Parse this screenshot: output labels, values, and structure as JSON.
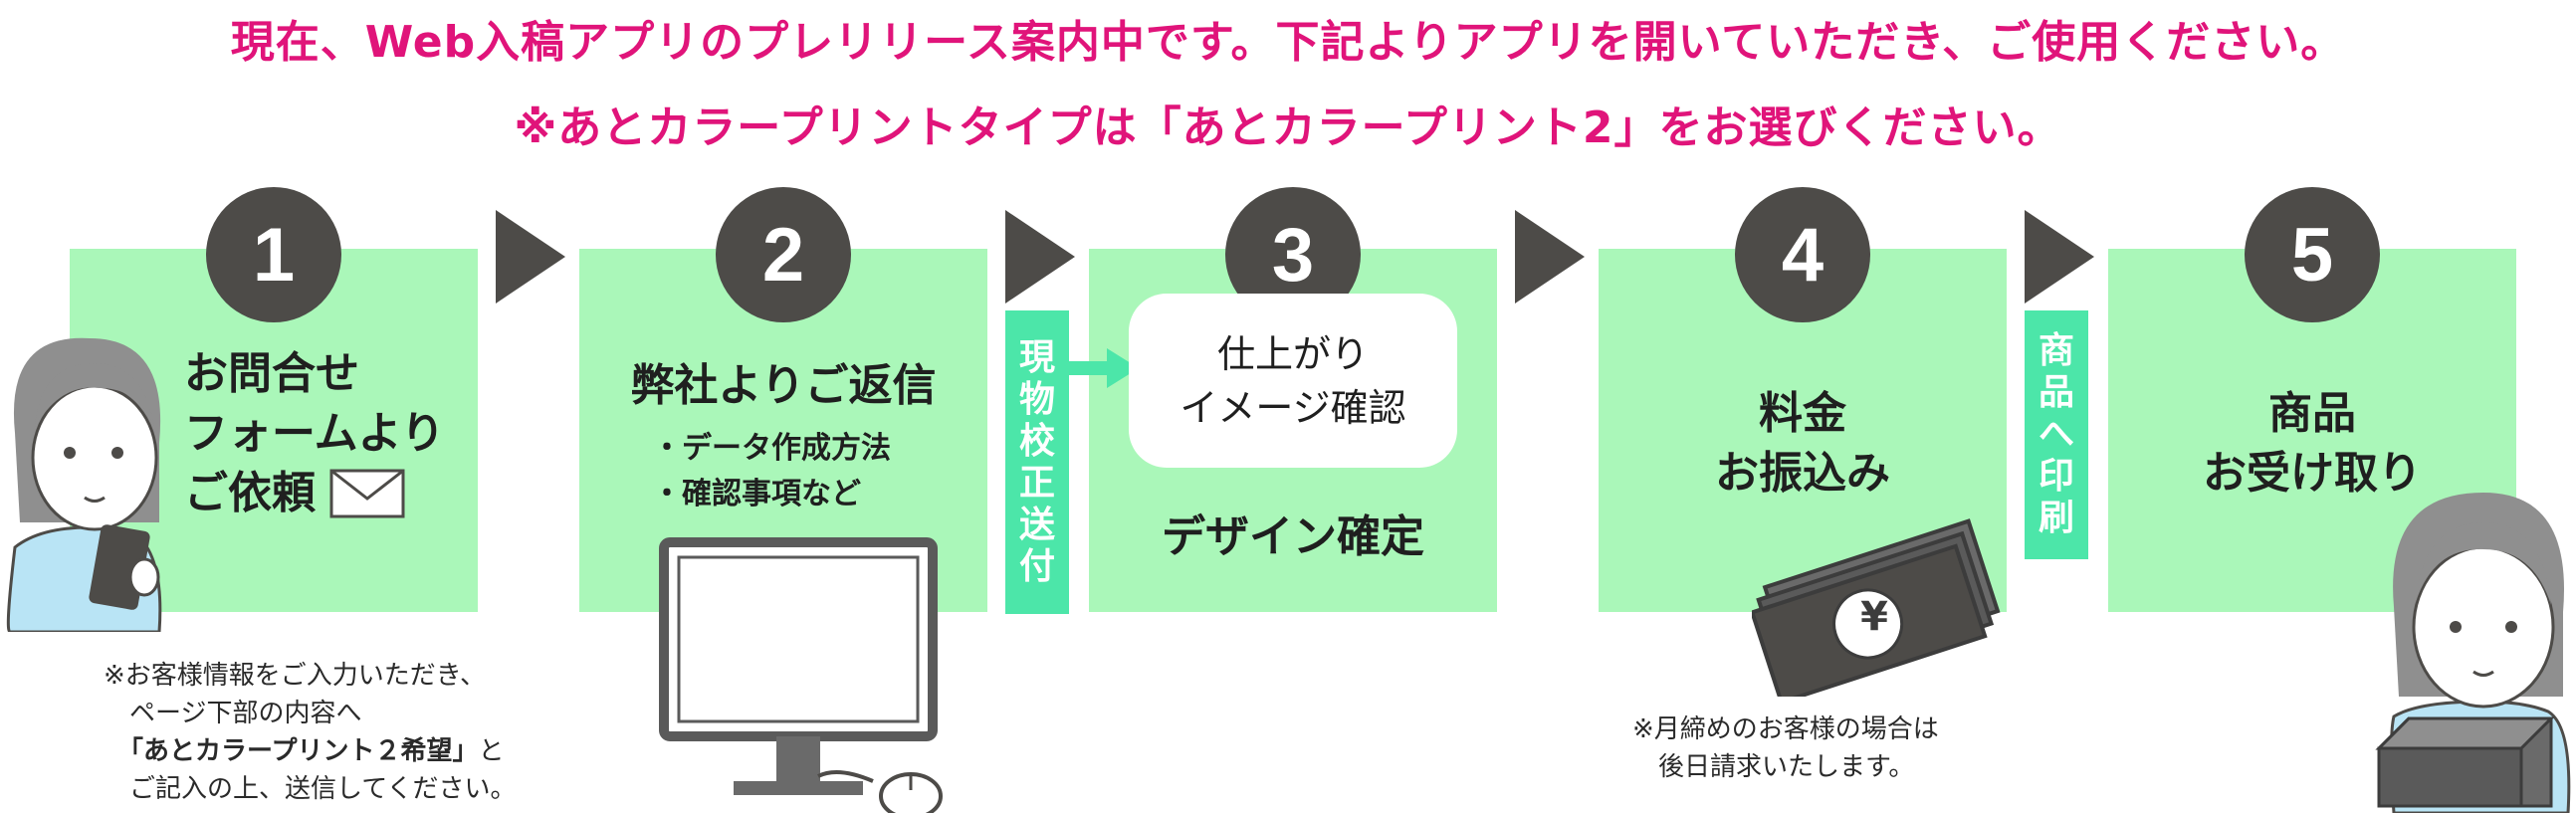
{
  "header": {
    "line1": "現在、Web入稿アプリのプレリリース案内中です。下記よりアプリを開いていただき、ご使用ください。",
    "line2": "※あとカラープリントタイプは「あとカラープリント2」をお選びください。"
  },
  "steps": [
    {
      "number": "1",
      "title_lines": [
        "お問合せ",
        "フォームより",
        "ご依頼"
      ]
    },
    {
      "number": "2",
      "title": "弊社よりご返信",
      "bullets": [
        "・データ作成方法",
        "・確認事項など"
      ]
    },
    {
      "number": "3",
      "bubble_lines": [
        "仕上がり",
        "イメージ確認"
      ],
      "title": "デザイン確定"
    },
    {
      "number": "4",
      "title_lines": [
        "料金",
        "お振込み"
      ]
    },
    {
      "number": "5",
      "title_lines": [
        "商品",
        "お受け取り"
      ]
    }
  ],
  "connector_labels": {
    "proof": [
      "現",
      "物",
      "校",
      "正",
      "送",
      "付"
    ],
    "print": [
      "商",
      "品",
      "へ",
      "印",
      "刷"
    ]
  },
  "notes": {
    "step1": {
      "line1": "※お客様情報をご入力いただき、",
      "line2": "ページ下部の内容へ",
      "line3_bold": "「あとカラープリント２希望」",
      "line3_tail": "と",
      "line4": "ご記入の上、送信してください。"
    },
    "step4": {
      "line1": "※月締めのお客様の場合は",
      "line2": "後日請求いたします。"
    }
  },
  "money_symbol": "¥",
  "colors": {
    "headline": "#e0147a",
    "box": "#aaf7b9",
    "circle": "#4d4b48",
    "label": "#4ce6a9"
  }
}
